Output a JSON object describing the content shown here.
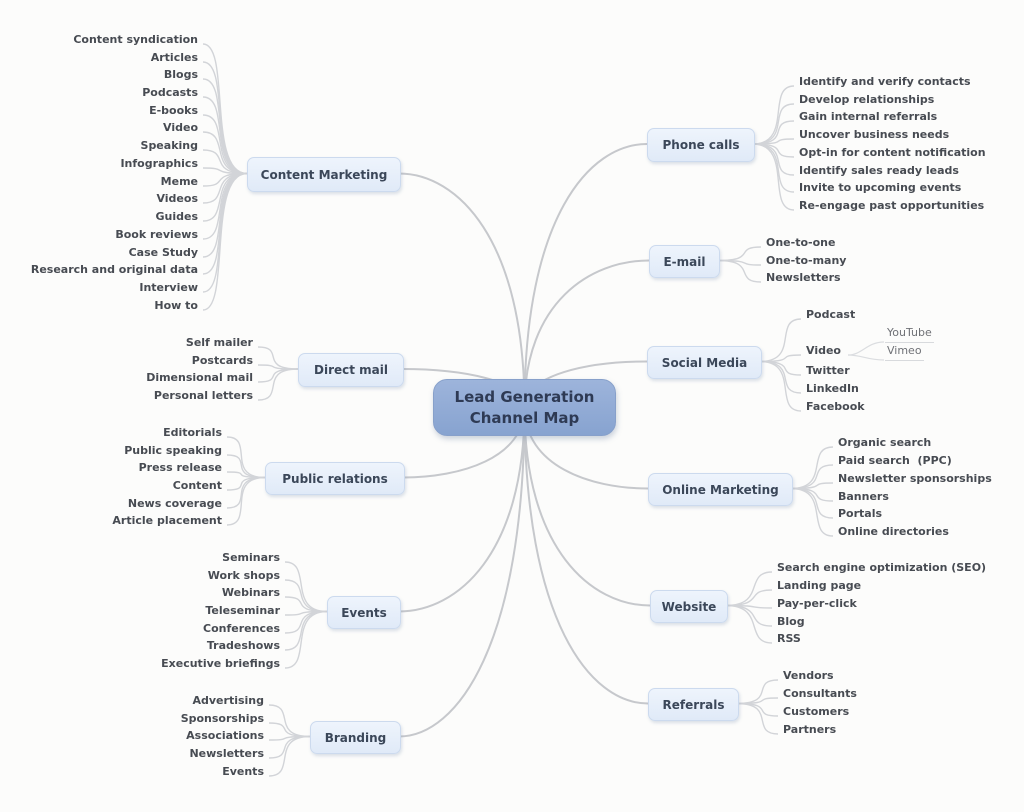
{
  "center": {
    "label": "Lead Generation Channel Map"
  },
  "branches": [
    {
      "label": "Content Marketing",
      "children": [
        {
          "label": "Content syndication"
        },
        {
          "label": "Articles"
        },
        {
          "label": "Blogs"
        },
        {
          "label": "Podcasts"
        },
        {
          "label": "E-books"
        },
        {
          "label": "Video"
        },
        {
          "label": "Speaking"
        },
        {
          "label": "Infographics"
        },
        {
          "label": "Meme"
        },
        {
          "label": "Videos"
        },
        {
          "label": "Guides"
        },
        {
          "label": "Book reviews"
        },
        {
          "label": "Case Study"
        },
        {
          "label": "Research and original data"
        },
        {
          "label": "Interview"
        },
        {
          "label": "How to"
        }
      ]
    },
    {
      "label": "Direct mail",
      "children": [
        {
          "label": "Self mailer"
        },
        {
          "label": "Postcards"
        },
        {
          "label": "Dimensional mail"
        },
        {
          "label": "Personal letters"
        }
      ]
    },
    {
      "label": "Public relations",
      "children": [
        {
          "label": "Editorials"
        },
        {
          "label": "Public speaking"
        },
        {
          "label": "Press release"
        },
        {
          "label": "Content"
        },
        {
          "label": "News coverage"
        },
        {
          "label": "Article placement"
        }
      ]
    },
    {
      "label": "Events",
      "children": [
        {
          "label": "Seminars"
        },
        {
          "label": "Work shops"
        },
        {
          "label": "Webinars"
        },
        {
          "label": "Teleseminar"
        },
        {
          "label": "Conferences"
        },
        {
          "label": "Tradeshows"
        },
        {
          "label": "Executive briefings"
        }
      ]
    },
    {
      "label": "Branding",
      "children": [
        {
          "label": "Advertising"
        },
        {
          "label": "Sponsorships"
        },
        {
          "label": "Associations"
        },
        {
          "label": "Newsletters"
        },
        {
          "label": "Events"
        }
      ]
    },
    {
      "label": "Phone calls",
      "children": [
        {
          "label": "Identify and verify contacts"
        },
        {
          "label": "Develop relationships"
        },
        {
          "label": "Gain internal referrals"
        },
        {
          "label": "Uncover business needs"
        },
        {
          "label": "Opt-in for content notification"
        },
        {
          "label": "Identify sales ready leads"
        },
        {
          "label": "Invite to upcoming events"
        },
        {
          "label": "Re-engage past opportunities"
        }
      ]
    },
    {
      "label": "E-mail",
      "children": [
        {
          "label": "One-to-one"
        },
        {
          "label": "One-to-many"
        },
        {
          "label": "Newsletters"
        }
      ]
    },
    {
      "label": "Social Media",
      "children": [
        {
          "label": "Podcast"
        },
        {
          "label": "Video",
          "children": [
            {
              "label": "YouTube"
            },
            {
              "label": "Vimeo"
            }
          ]
        },
        {
          "label": "Twitter"
        },
        {
          "label": "LinkedIn"
        },
        {
          "label": "Facebook"
        }
      ]
    },
    {
      "label": "Online Marketing",
      "children": [
        {
          "label": "Organic search"
        },
        {
          "label": "Paid search  (PPC)"
        },
        {
          "label": "Newsletter sponsorships"
        },
        {
          "label": "Banners"
        },
        {
          "label": "Portals"
        },
        {
          "label": "Online directories"
        }
      ]
    },
    {
      "label": "Website",
      "children": [
        {
          "label": "Search engine optimization (SEO)"
        },
        {
          "label": "Landing page"
        },
        {
          "label": "Pay-per-click"
        },
        {
          "label": "Blog"
        },
        {
          "label": "RSS"
        }
      ]
    },
    {
      "label": "Referrals",
      "children": [
        {
          "label": "Vendors"
        },
        {
          "label": "Consultants"
        },
        {
          "label": "Customers"
        },
        {
          "label": "Partners"
        }
      ]
    }
  ],
  "colors": {
    "center_fill": "#87A3D0",
    "center_text": "#2E3A54",
    "node_fill": "#E0EAF8",
    "node_border": "#CCDAEE",
    "node_text": "#3B4759",
    "leaf_text": "#474B52",
    "line": "#C6C8CC"
  }
}
